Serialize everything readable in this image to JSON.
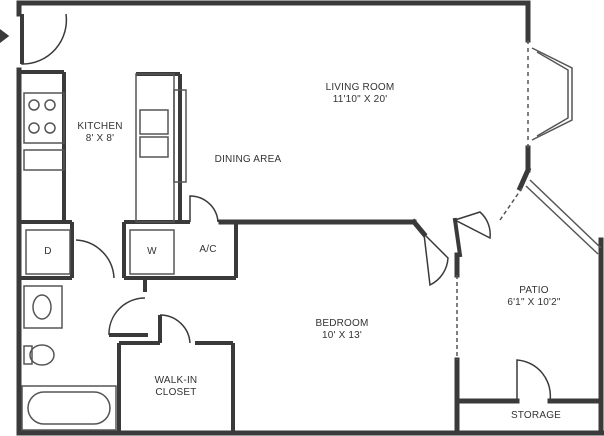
{
  "rooms": {
    "living": {
      "name": "LIVING ROOM",
      "dims": "11'10\" X 20'"
    },
    "kitchen": {
      "name": "KITCHEN",
      "dims": "8' X 8'"
    },
    "dining": {
      "name": "DINING AREA"
    },
    "ac": {
      "name": "A/C"
    },
    "washer": {
      "name": "W"
    },
    "dryer": {
      "name": "D"
    },
    "bedroom": {
      "name": "BEDROOM",
      "dims": "10' X 13'"
    },
    "patio": {
      "name": "PATIO",
      "dims": "6'1\" X 10'2\""
    },
    "closet": {
      "name_line1": "WALK-IN",
      "name_line2": "CLOSET"
    },
    "storage": {
      "name": "STORAGE"
    }
  },
  "colors": {
    "wall": "#3a3a3a",
    "line": "#555555",
    "background": "#ffffff"
  }
}
